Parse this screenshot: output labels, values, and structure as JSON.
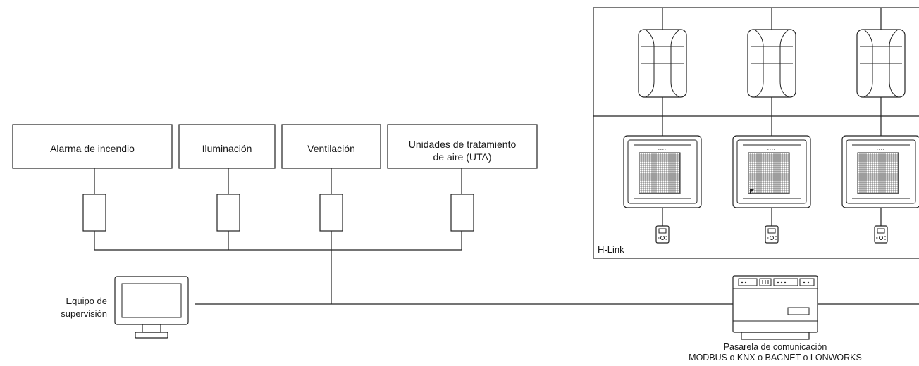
{
  "systems": [
    {
      "label": "Alarma de incendio"
    },
    {
      "label": "Iluminación"
    },
    {
      "label": "Ventilación"
    },
    {
      "label": "Unidades de tratamiento",
      "label2": "de aire (UTA)"
    }
  ],
  "supervision": {
    "line1": "Equipo de",
    "line2": "supervisión"
  },
  "hlink": {
    "label": "H-Link"
  },
  "gateway": {
    "line1": "Pasarela de comunicación",
    "line2": "MODBUS o KNX o BACNET o LONWORKS"
  }
}
